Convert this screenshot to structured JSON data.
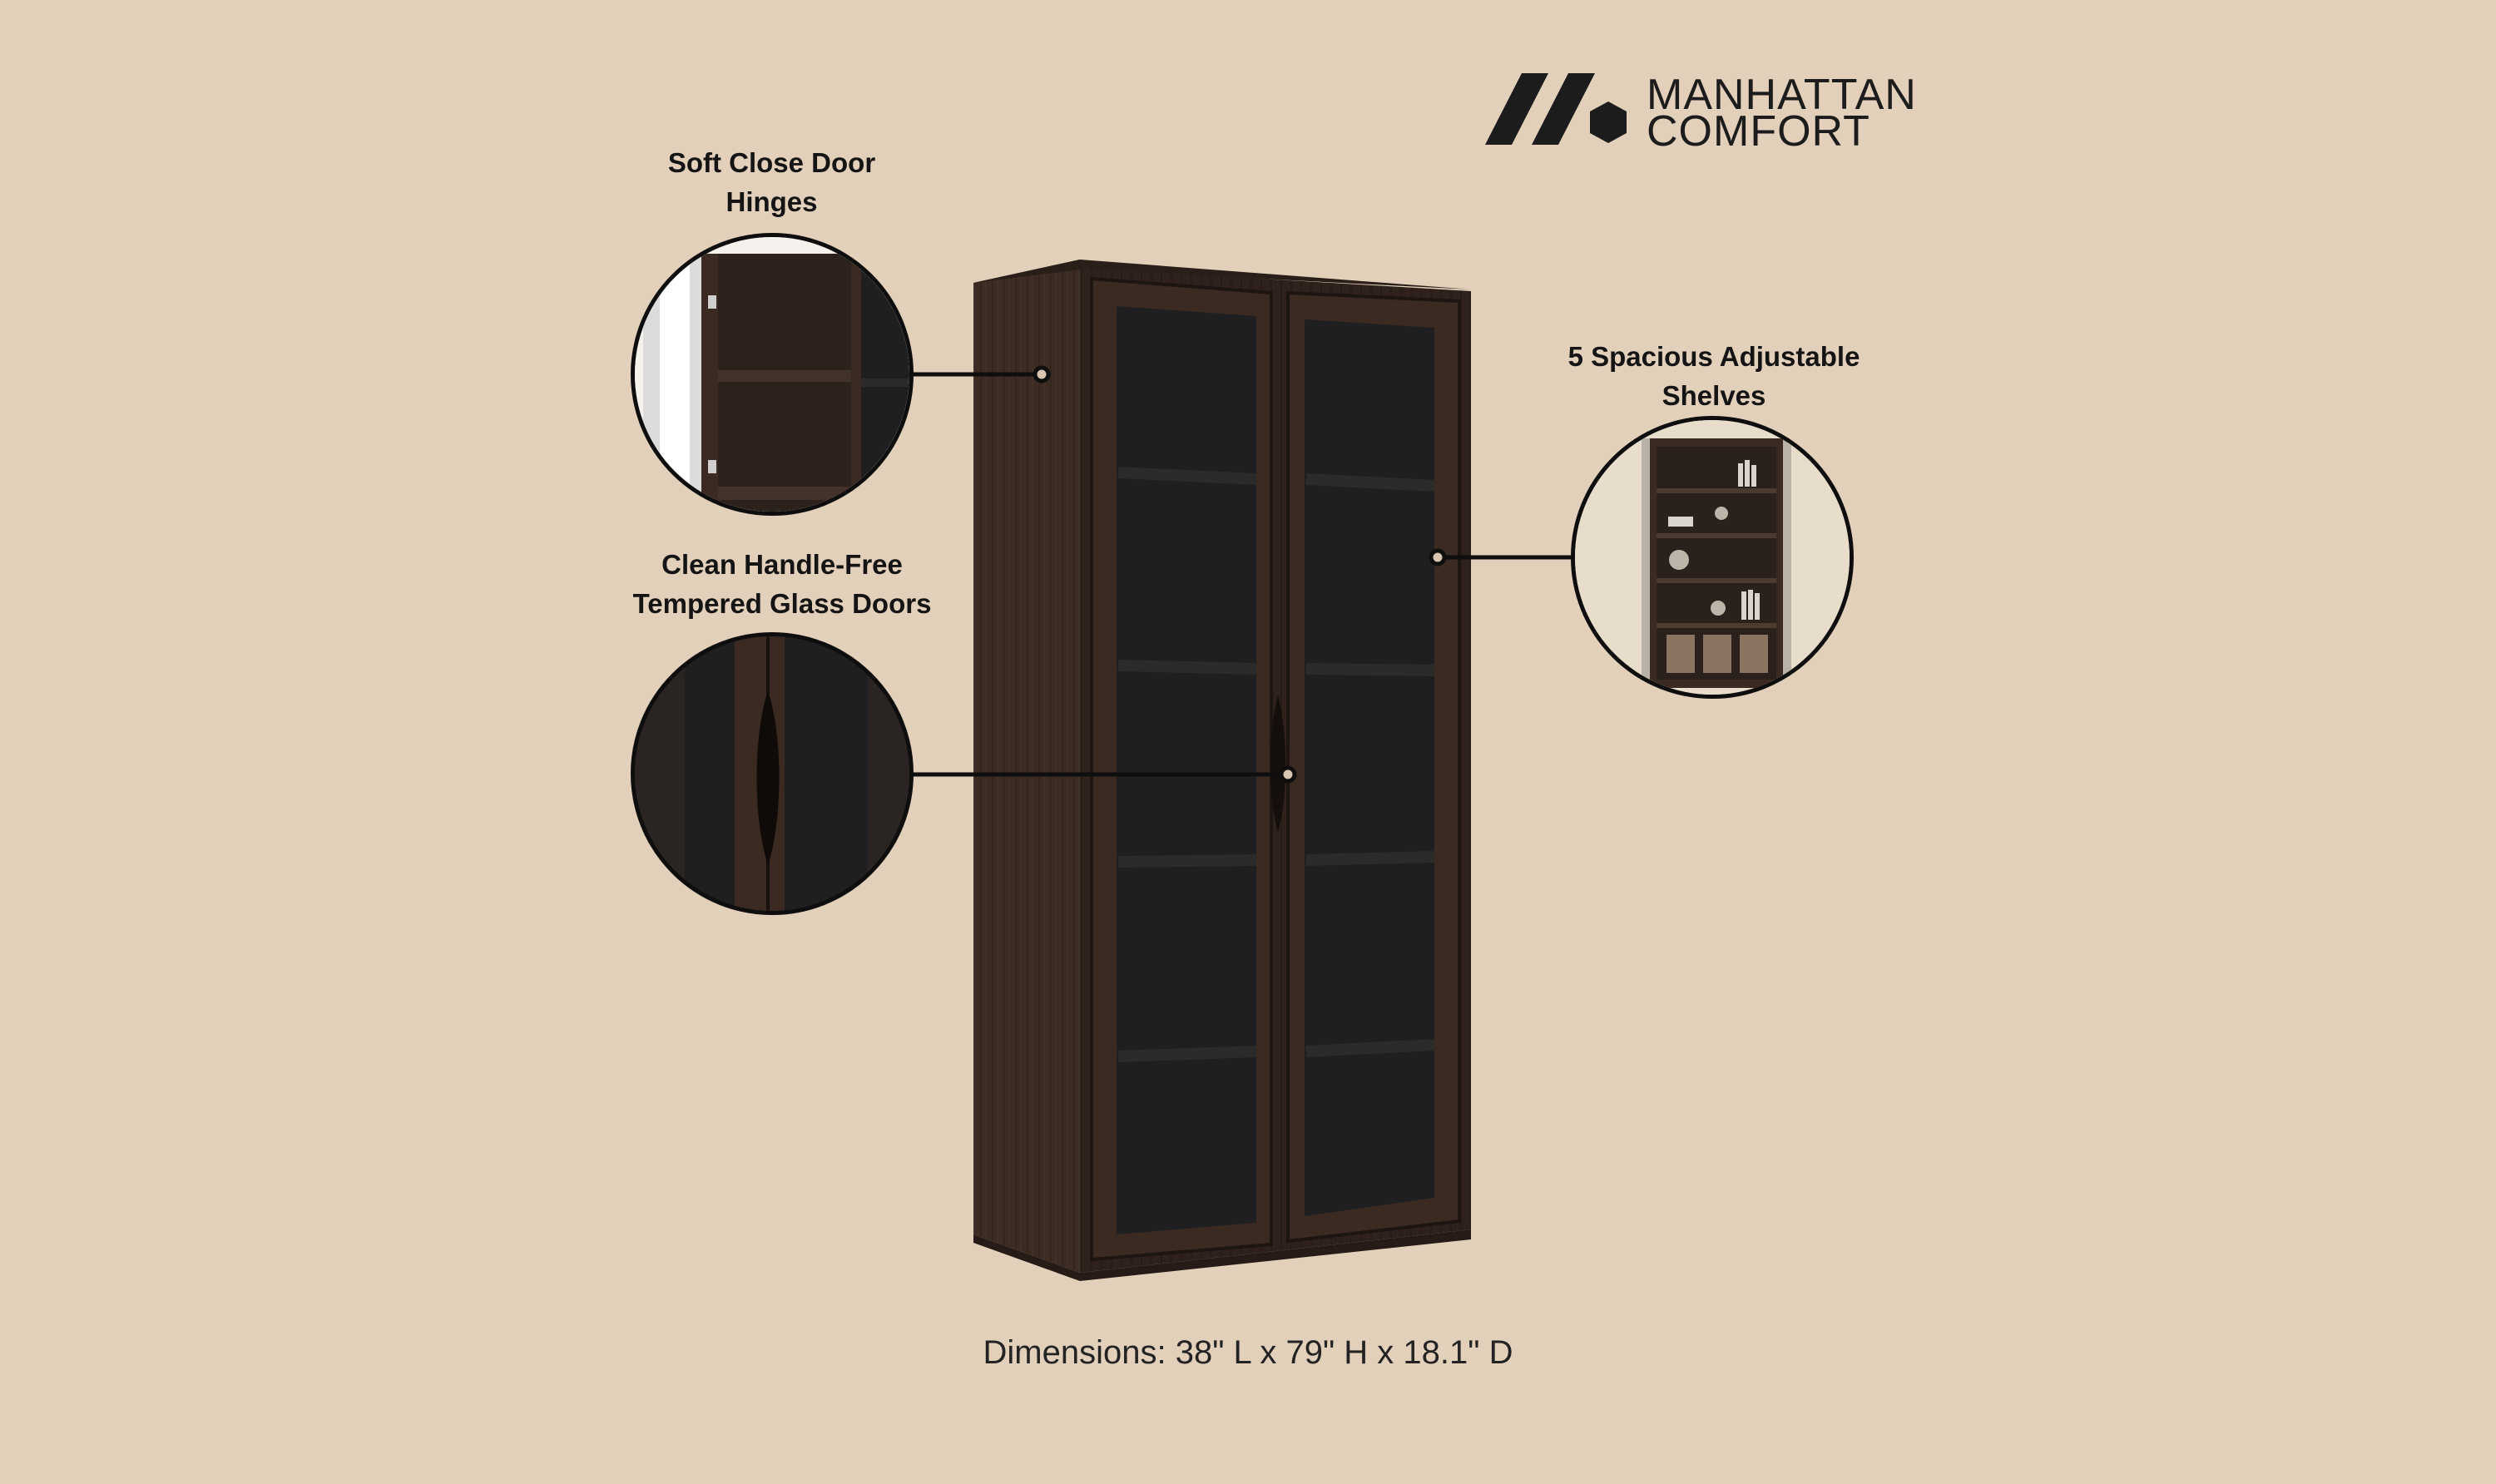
{
  "brand": {
    "line1": "MANHATTAN",
    "line2": "COMFORT",
    "logo_icon": "manhattan-comfort-logo-icon"
  },
  "callouts": {
    "hinges": {
      "line1": "Soft Close Door",
      "line2": "Hinges"
    },
    "glass_doors": {
      "line1": "Clean Handle-Free",
      "line2": "Tempered Glass Doors"
    },
    "shelves": {
      "line1": "5 Spacious Adjustable",
      "line2": "Shelves"
    }
  },
  "dimensions": "Dimensions: 38\" L x 79\" H x 18.1\" D",
  "colors": {
    "background": "#e3d0bb",
    "wood": "#3a2a22",
    "glass": "#1f1f21",
    "text": "#141414"
  }
}
